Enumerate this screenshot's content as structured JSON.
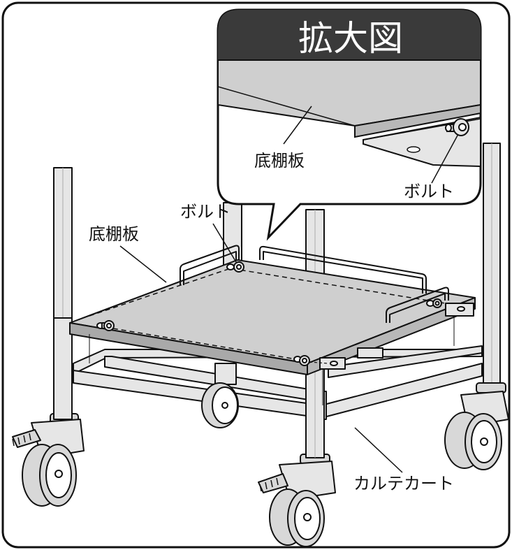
{
  "callout": {
    "title": "拡大図",
    "shelf_label": "底棚板",
    "bolt_label": "ボルト"
  },
  "main": {
    "shelf_label": "底棚板",
    "bolt_label": "ボルト",
    "cart_label": "カルテカート"
  },
  "colors": {
    "outline": "#111111",
    "header": "#3a3a3a",
    "shelf": "#cfcfcf",
    "shelf_side": "#a9a9a9",
    "metal": "#e6e6e6",
    "wheel": "#d8d8d8"
  }
}
